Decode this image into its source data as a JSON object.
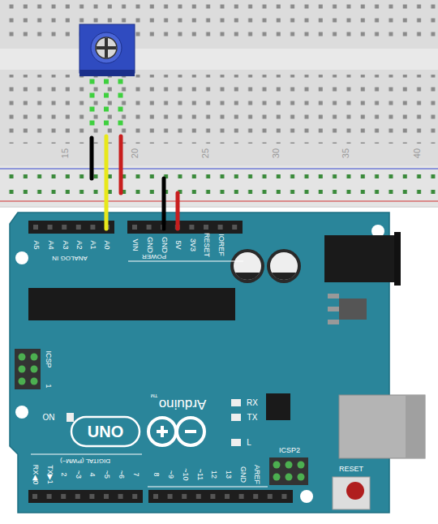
{
  "diagram": {
    "labels": [
      "15",
      "20",
      "25",
      "30",
      "35",
      "40",
      "A5",
      "A4",
      "A3",
      "A2",
      "A1",
      "A0",
      "ANALOG IN",
      "VIN",
      "GND",
      "GND",
      "5V",
      "3V3",
      "RESET",
      "IOREF",
      "POWER",
      "ICSP",
      "1",
      "ON",
      "UNO",
      "Arduino",
      "TM",
      "RX",
      "TX",
      "L",
      "ICSP2",
      "RESET",
      "DIGITAL (PWM~)",
      "RX◀0",
      "TX▶1",
      "2",
      "~3",
      "4",
      "~5",
      "~6",
      "7",
      "8",
      "~9",
      "~10",
      "~11",
      "12",
      "13",
      "GND",
      "AREF"
    ]
  }
}
